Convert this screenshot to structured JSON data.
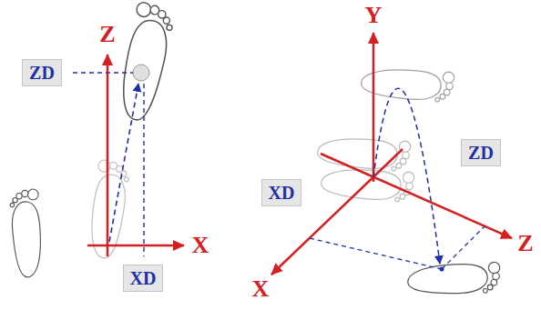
{
  "diagram": {
    "nodes": [
      {
        "text": [
          "ZD"
        ]
      },
      {
        "text": [
          "XD"
        ]
      },
      {
        "text": [
          "XD"
        ]
      },
      {
        "text": [
          "ZD"
        ]
      }
    ],
    "labels": [
      "Z",
      "X",
      "Y",
      "X",
      "Z"
    ]
  }
}
